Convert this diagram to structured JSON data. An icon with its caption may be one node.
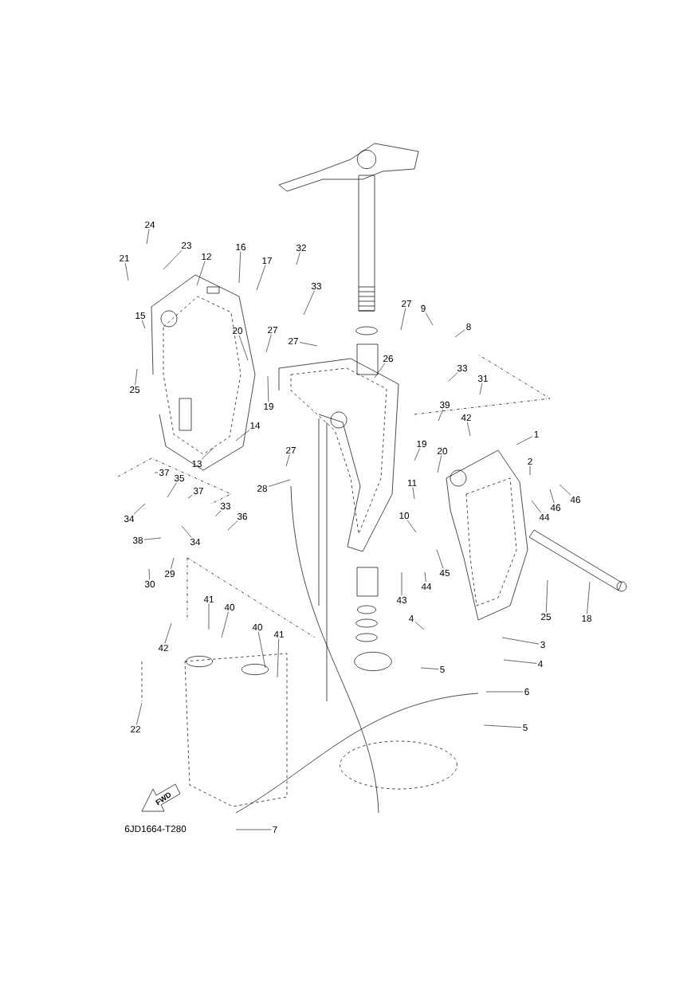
{
  "diagram": {
    "nodes": [
      {
        "text": [
          "24"
        ]
      },
      {
        "text": [
          "23"
        ]
      },
      {
        "text": [
          "12"
        ]
      },
      {
        "text": [
          "21"
        ]
      },
      {
        "text": [
          "16"
        ]
      },
      {
        "text": [
          "17"
        ]
      },
      {
        "text": [
          "32"
        ]
      },
      {
        "text": [
          "33"
        ]
      },
      {
        "text": [
          "15"
        ]
      },
      {
        "text": [
          "20"
        ]
      },
      {
        "text": [
          "27"
        ]
      },
      {
        "text": [
          "27"
        ]
      },
      {
        "text": [
          "25"
        ]
      },
      {
        "text": [
          "19"
        ]
      },
      {
        "text": [
          "14"
        ]
      },
      {
        "text": [
          "13"
        ]
      },
      {
        "text": [
          "27"
        ]
      },
      {
        "text": [
          "9"
        ]
      },
      {
        "text": [
          "8"
        ]
      },
      {
        "text": [
          "26"
        ]
      },
      {
        "text": [
          "33"
        ]
      },
      {
        "text": [
          "31"
        ]
      },
      {
        "text": [
          "39"
        ]
      },
      {
        "text": [
          "42"
        ]
      },
      {
        "text": [
          "1"
        ]
      },
      {
        "text": [
          "19"
        ]
      },
      {
        "text": [
          "20"
        ]
      },
      {
        "text": [
          "2"
        ]
      },
      {
        "text": [
          "11"
        ]
      },
      {
        "text": [
          "44"
        ]
      },
      {
        "text": [
          "46"
        ]
      },
      {
        "text": [
          "46"
        ]
      },
      {
        "text": [
          "10"
        ]
      },
      {
        "text": [
          "45"
        ]
      },
      {
        "text": [
          "44"
        ]
      },
      {
        "text": [
          "43"
        ]
      },
      {
        "text": [
          "25"
        ]
      },
      {
        "text": [
          "18"
        ]
      },
      {
        "text": [
          "4"
        ]
      },
      {
        "text": [
          "3"
        ]
      },
      {
        "text": [
          "5"
        ]
      },
      {
        "text": [
          "4"
        ]
      },
      {
        "text": [
          "6"
        ]
      },
      {
        "text": [
          "5"
        ]
      },
      {
        "text": [
          "7"
        ]
      },
      {
        "text": [
          "28"
        ]
      },
      {
        "text": [
          "27"
        ]
      },
      {
        "text": [
          "37"
        ]
      },
      {
        "text": [
          "35"
        ]
      },
      {
        "text": [
          "37"
        ]
      },
      {
        "text": [
          "34"
        ]
      },
      {
        "text": [
          "34"
        ]
      },
      {
        "text": [
          "33"
        ]
      },
      {
        "text": [
          "36"
        ]
      },
      {
        "text": [
          "38"
        ]
      },
      {
        "text": [
          "29"
        ]
      },
      {
        "text": [
          "30"
        ]
      },
      {
        "text": [
          "41"
        ]
      },
      {
        "text": [
          "40"
        ]
      },
      {
        "text": [
          "40"
        ]
      },
      {
        "text": [
          "41"
        ]
      },
      {
        "text": [
          "42"
        ]
      },
      {
        "text": [
          "22"
        ]
      }
    ],
    "edges": [
      {
        "from": 0,
        "to": null,
        "arrow": "none"
      },
      {
        "from": 1,
        "to": null,
        "arrow": "none"
      },
      {
        "from": 2,
        "to": null,
        "arrow": "none"
      },
      {
        "from": 3,
        "to": null,
        "arrow": "none"
      },
      {
        "from": 4,
        "to": null,
        "arrow": "none"
      },
      {
        "from": 5,
        "to": null,
        "arrow": "none"
      },
      {
        "from": 6,
        "to": null,
        "arrow": "none"
      },
      {
        "from": 7,
        "to": null,
        "arrow": "none"
      },
      {
        "from": 8,
        "to": null,
        "arrow": "none"
      },
      {
        "from": 9,
        "to": null,
        "arrow": "none"
      },
      {
        "from": 10,
        "to": null,
        "arrow": "none"
      },
      {
        "from": 11,
        "to": null,
        "arrow": "none"
      },
      {
        "from": 12,
        "to": null,
        "arrow": "none"
      },
      {
        "from": 13,
        "to": null,
        "arrow": "none"
      },
      {
        "from": 14,
        "to": null,
        "arrow": "none"
      },
      {
        "from": 15,
        "to": null,
        "arrow": "none"
      },
      {
        "from": 16,
        "to": null,
        "arrow": "none"
      },
      {
        "from": 17,
        "to": null,
        "arrow": "none"
      },
      {
        "from": 18,
        "to": null,
        "arrow": "none"
      },
      {
        "from": 19,
        "to": null,
        "arrow": "none"
      },
      {
        "from": 20,
        "to": null,
        "arrow": "none"
      },
      {
        "from": 21,
        "to": null,
        "arrow": "none"
      },
      {
        "from": 22,
        "to": null,
        "arrow": "none"
      },
      {
        "from": 23,
        "to": null,
        "arrow": "none"
      },
      {
        "from": 24,
        "to": null,
        "arrow": "none"
      },
      {
        "from": 25,
        "to": null,
        "arrow": "none"
      },
      {
        "from": 26,
        "to": null,
        "arrow": "none"
      },
      {
        "from": 27,
        "to": null,
        "arrow": "none"
      },
      {
        "from": 28,
        "to": null,
        "arrow": "none"
      },
      {
        "from": 29,
        "to": null,
        "arrow": "none"
      },
      {
        "from": 30,
        "to": null,
        "arrow": "none"
      },
      {
        "from": 31,
        "to": null,
        "arrow": "none"
      },
      {
        "from": 32,
        "to": null,
        "arrow": "none"
      },
      {
        "from": 33,
        "to": null,
        "arrow": "none"
      },
      {
        "from": 34,
        "to": null,
        "arrow": "none"
      },
      {
        "from": 35,
        "to": null,
        "arrow": "none"
      },
      {
        "from": 36,
        "to": null,
        "arrow": "none"
      },
      {
        "from": 37,
        "to": null,
        "arrow": "none"
      },
      {
        "from": 38,
        "to": null,
        "arrow": "none"
      },
      {
        "from": 39,
        "to": null,
        "arrow": "none"
      },
      {
        "from": 40,
        "to": null,
        "arrow": "none"
      },
      {
        "from": 41,
        "to": null,
        "arrow": "none"
      },
      {
        "from": 42,
        "to": null,
        "arrow": "none"
      },
      {
        "from": 43,
        "to": null,
        "arrow": "none"
      },
      {
        "from": 44,
        "to": null,
        "arrow": "none"
      },
      {
        "from": 45,
        "to": null,
        "arrow": "none"
      },
      {
        "from": 46,
        "to": null,
        "arrow": "none"
      },
      {
        "from": 47,
        "to": null,
        "arrow": "none"
      },
      {
        "from": 48,
        "to": null,
        "arrow": "none"
      },
      {
        "from": 49,
        "to": null,
        "arrow": "none"
      },
      {
        "from": 50,
        "to": null,
        "arrow": "none"
      },
      {
        "from": 51,
        "to": null,
        "arrow": "none"
      },
      {
        "from": 52,
        "to": null,
        "arrow": "none"
      },
      {
        "from": 53,
        "to": null,
        "arrow": "none"
      },
      {
        "from": 54,
        "to": null,
        "arrow": "none"
      },
      {
        "from": 55,
        "to": null,
        "arrow": "none"
      },
      {
        "from": 56,
        "to": null,
        "arrow": "none"
      },
      {
        "from": 57,
        "to": null,
        "arrow": "none"
      },
      {
        "from": 58,
        "to": null,
        "arrow": "none"
      },
      {
        "from": 59,
        "to": null,
        "arrow": "none"
      },
      {
        "from": 60,
        "to": null,
        "arrow": "none"
      },
      {
        "from": 61,
        "to": null,
        "arrow": "none"
      },
      {
        "from": 62,
        "to": null,
        "arrow": "none"
      }
    ],
    "labels": [
      "FWD",
      "6JD1664-T280"
    ]
  }
}
